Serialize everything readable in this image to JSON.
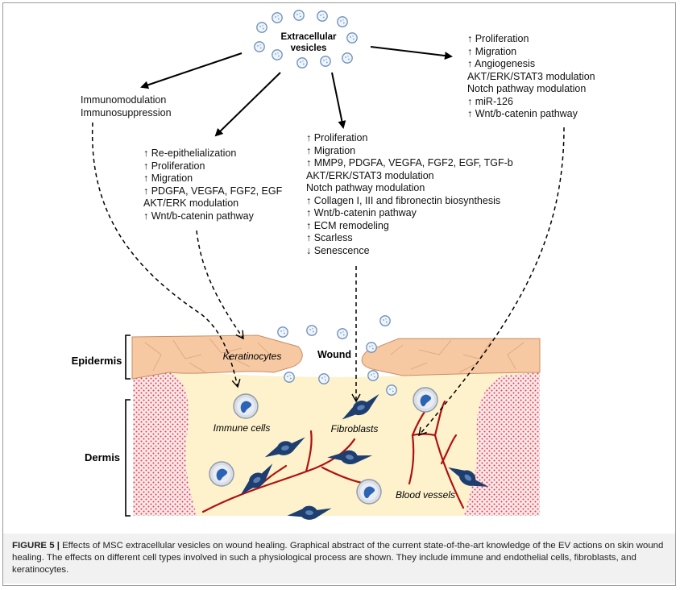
{
  "source": {
    "label": "Extracellular vesicles",
    "line1": "Extracellular",
    "line2": "vesicles"
  },
  "effect_groups": {
    "immune": [
      "Immunomodulation",
      "Immunosuppression"
    ],
    "keratinocytes": [
      "↑ Re-epithelialization",
      "↑ Proliferation",
      "↑ Migration",
      "↑ PDGFA, VEGFA, FGF2, EGF",
      "AKT/ERK modulation",
      "↑ Wnt/b-catenin pathway"
    ],
    "fibroblasts": [
      "↑ Proliferation",
      "↑ Migration",
      "↑ MMP9, PDGFA, VEGFA, FGF2, EGF, TGF-b",
      "AKT/ERK/STAT3 modulation",
      "Notch pathway modulation",
      "↑ Collagen I, III and fibronectin biosynthesis",
      "↑ Wnt/b-catenin pathway",
      "↑ ECM remodeling",
      "↑ Scarless",
      "↓ Senescence"
    ],
    "endothelial": [
      "↑ Proliferation",
      "↑ Migration",
      "↑ Angiogenesis",
      "AKT/ERK/STAT3 modulation",
      "Notch pathway modulation",
      "↑ miR-126",
      "↑ Wnt/b-catenin pathway"
    ]
  },
  "skin": {
    "epidermis_label": "Epidermis",
    "dermis_label": "Dermis",
    "wound_label": "Wound",
    "keratinocytes_label": "Keratinocytes",
    "immune_cells_label": "Immune cells",
    "fibroblasts_label": "Fibroblasts",
    "blood_vessels_label": "Blood vessels"
  },
  "caption": {
    "figure_label": "FIGURE 5 |",
    "text": "Effects of MSC extracellular vesicles on wound healing. Graphical abstract of the current state-of-the-art knowledge of the EV actions on skin wound healing. The effects on different cell types involved in such a physiological process are shown. They include immune and endothelial cells, fibroblasts, and keratinocytes."
  },
  "colors": {
    "epidermis": "#f6c9a3",
    "dermis": "#fdf2cc",
    "vessels": "#b01010",
    "fibroblast": "#1d3e6e",
    "vesicle": "#8fb3d9"
  }
}
